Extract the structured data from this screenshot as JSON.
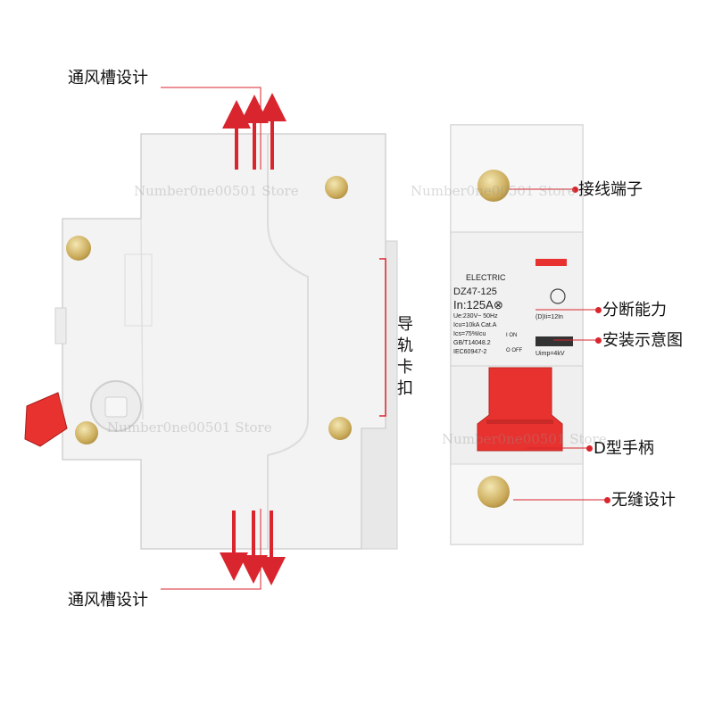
{
  "annotations": {
    "vent_top": "通风槽设计",
    "vent_bottom": "通风槽设计",
    "rail_clip_chars": [
      "导",
      "轨",
      "卡",
      "扣"
    ],
    "terminal": "接线端子",
    "breaking_capacity": "分断能力",
    "install_diagram": "安装示意图",
    "d_handle": "D型手柄",
    "seamless": "无缝设计"
  },
  "breaker_label": {
    "brand": "ELECTRIC",
    "model": "DZ47-125",
    "rating": "In:125A",
    "rating_mark": "⊗",
    "specs_left": [
      "Ue:230V~  50Hz",
      "Icu=10kA   Cat.A",
      "Ics=75%Icu",
      "GB/T14048.2",
      "IEC60947-2"
    ],
    "switch_marks": [
      "I ON",
      "O OFF"
    ],
    "trip_curve": "(D)Ii=12In",
    "impulse": "Uimp=4kV"
  },
  "watermark": "Number0ne00501 Store",
  "colors": {
    "accent_red": "#d9262e",
    "handle_red": "#e8322f",
    "body_white": "#f2f2f2",
    "screw_gold": "#c9a957"
  }
}
